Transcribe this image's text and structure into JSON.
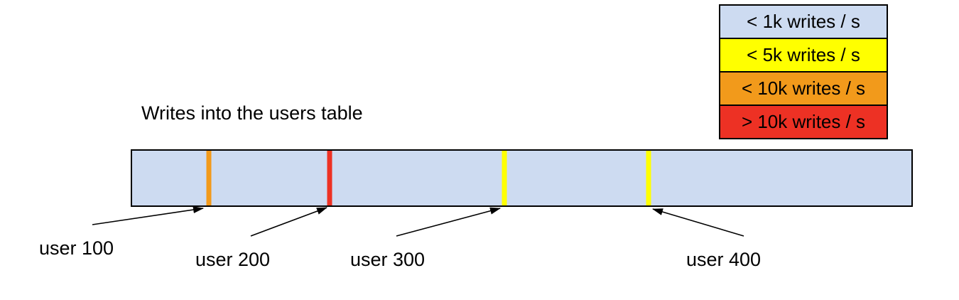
{
  "title": "Writes into the users table",
  "legend": {
    "items": [
      {
        "label": "< 1k writes / s",
        "color": "#CDDBF1"
      },
      {
        "label": "< 5k writes / s",
        "color": "#FFFF00"
      },
      {
        "label": "< 10k writes / s",
        "color": "#F29A1B"
      },
      {
        "label": "> 10k writes / s",
        "color": "#ED3124"
      }
    ]
  },
  "bar": {
    "fill_color": "#CDDBF1",
    "border_color": "#000000",
    "markers": [
      {
        "label": "user 100",
        "color": "#F29A1B",
        "position_pct": 9.8
      },
      {
        "label": "user 200",
        "color": "#ED3124",
        "position_pct": 25.3
      },
      {
        "label": "user 300",
        "color": "#FFFF00",
        "position_pct": 47.8
      },
      {
        "label": "user 400",
        "color": "#FFFF00",
        "position_pct": 66.3
      }
    ]
  }
}
